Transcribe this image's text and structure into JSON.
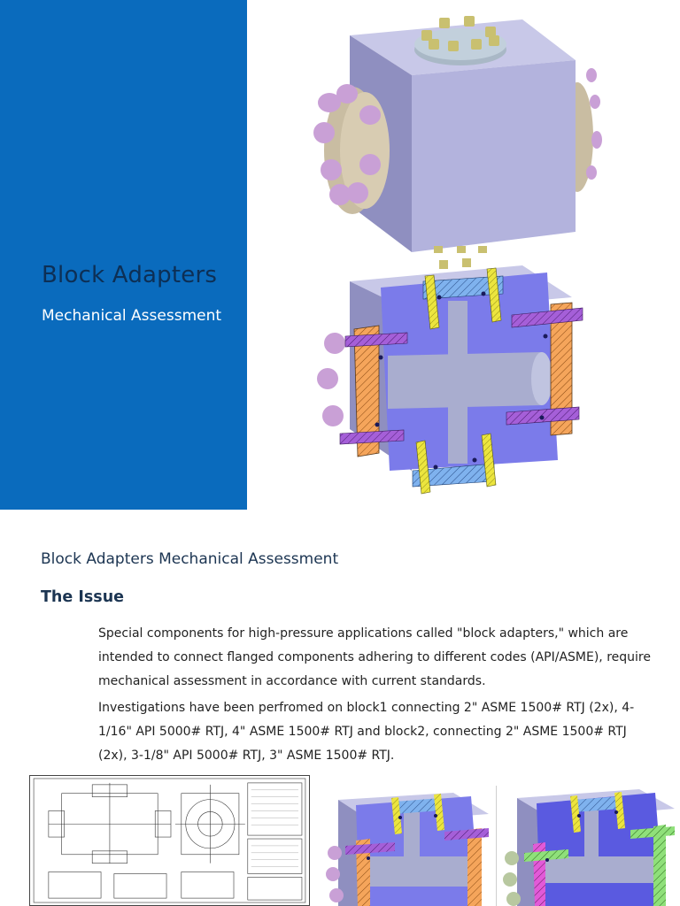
{
  "hero": {
    "title": "Block Adapters",
    "subtitle": "Mechanical Assessment",
    "panel_color": "#0a6bbd"
  },
  "document": {
    "heading": "Block Adapters Mechanical Assessment",
    "section_title": "The Issue",
    "paragraphs": [
      "Special components for high-pressure applications called \"block adapters,\" which are intended to connect flanged components adhering to different codes (API/ASME), require mechanical assessment in accordance with current standards.",
      "Investigations have been perfromed on block1 connecting 2\" ASME 1500# RTJ (2x), 4-1/16\" API 5000# RTJ, 4\" ASME 1500# RTJ and block2, connecting 2\" ASME 1500# RTJ (2x), 3-1/8\" API 5000# RTJ, 3\" ASME 1500# RTJ."
    ]
  },
  "colors": {
    "block_face": "#b3b3dd",
    "block_side": "#8f8fc0",
    "section_face": "#7b7bea",
    "flange": "#d3c7ae",
    "bolt": "#c9a0d6",
    "hatch_orange": "#f5a55b",
    "hatch_purple": "#9b4fd1",
    "hatch_blue": "#6fa6e6",
    "bolt_yellow": "#e8e23a",
    "hatch_green": "#8fe07a"
  }
}
